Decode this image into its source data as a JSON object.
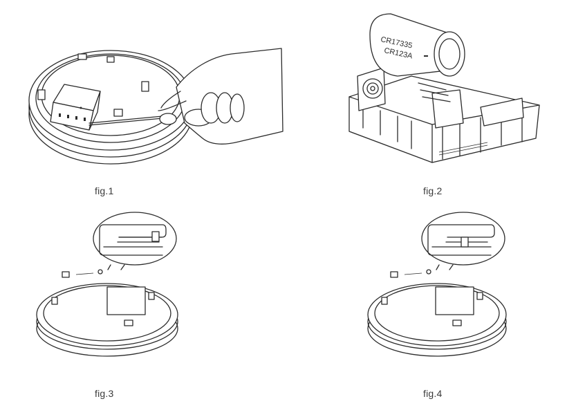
{
  "figures": [
    {
      "caption": "fig.1"
    },
    {
      "caption": "fig.2",
      "battery_labels": [
        "CR17335",
        "CR123A"
      ]
    },
    {
      "caption": "fig.3"
    },
    {
      "caption": "fig.4"
    }
  ]
}
